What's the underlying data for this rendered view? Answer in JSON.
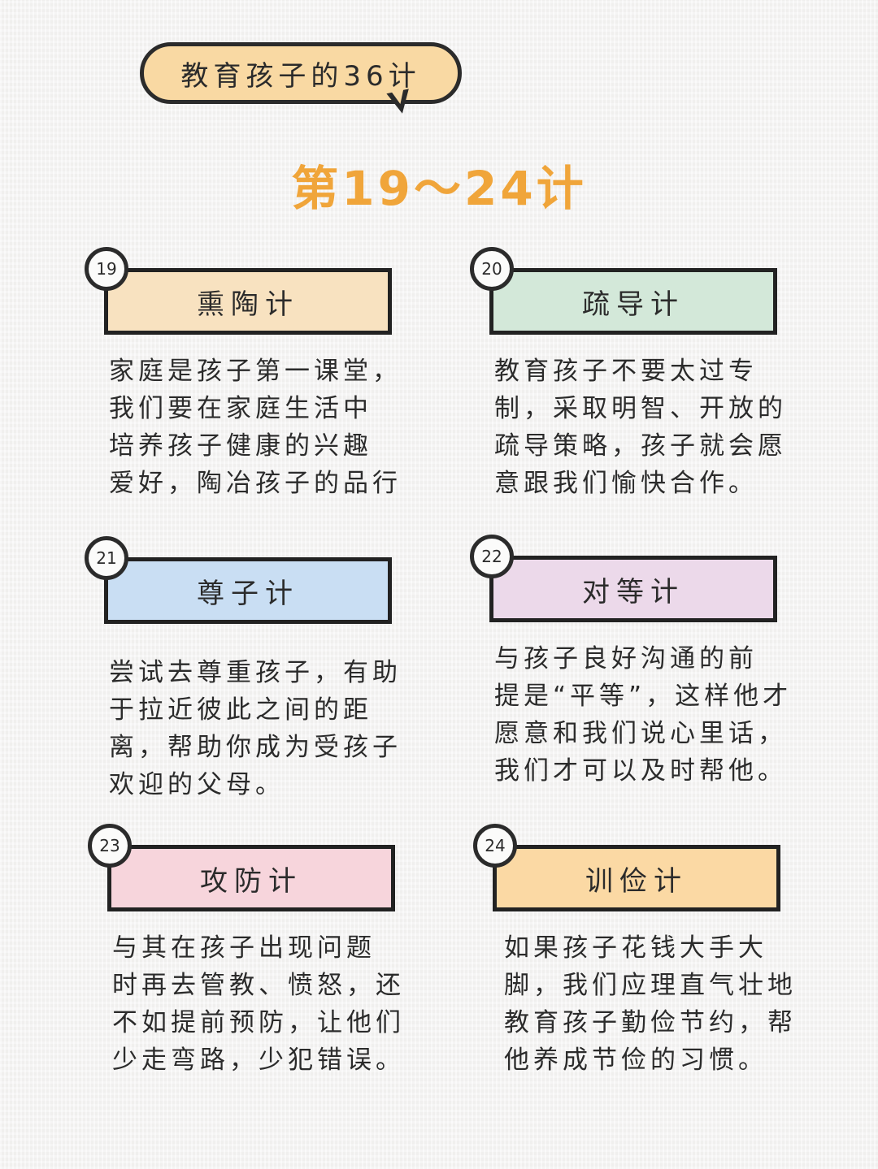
{
  "header": {
    "bubble_title": "教育孩子的36计",
    "subtitle": "第19～24计"
  },
  "colors": {
    "bubble": "#f9d9a3",
    "subtitle": "#f0a53a",
    "outline": "#222222"
  },
  "cards": [
    {
      "number": "19",
      "title": "熏陶计",
      "color": "#f8e2c0",
      "description": "家庭是孩子第一课堂，\n我们要在家庭生活中\n培养孩子健康的兴趣\n爱好，陶冶孩子的品行"
    },
    {
      "number": "20",
      "title": "疏导计",
      "color": "#d3e8d9",
      "description": "教育孩子不要太过专\n制，采取明智、开放的\n疏导策略，孩子就会愿\n意跟我们愉快合作。"
    },
    {
      "number": "21",
      "title": "尊子计",
      "color": "#c9def3",
      "description": "尝试去尊重孩子，有助\n于拉近彼此之间的距\n离，帮助你成为受孩子\n欢迎的父母。"
    },
    {
      "number": "22",
      "title": "对等计",
      "color": "#ecd9ea",
      "description": "与孩子良好沟通的前\n提是“平等”，这样他才\n愿意和我们说心里话，\n我们才可以及时帮他。"
    },
    {
      "number": "23",
      "title": "攻防计",
      "color": "#f7d5dc",
      "description": "与其在孩子出现问题\n时再去管教、愤怒，还\n不如提前预防，让他们\n少走弯路，少犯错误。"
    },
    {
      "number": "24",
      "title": "训俭计",
      "color": "#fbd9a4",
      "description": "如果孩子花钱大手大\n脚，我们应理直气壮地\n教育孩子勤俭节约，帮\n他养成节俭的习惯。"
    }
  ]
}
